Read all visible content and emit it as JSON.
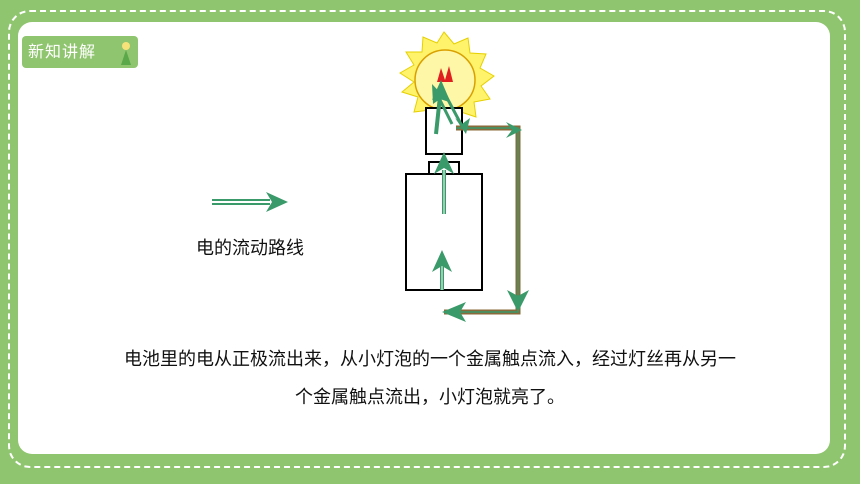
{
  "badge": {
    "label": "新知讲解"
  },
  "legend": {
    "label": "电的流动路线"
  },
  "caption": {
    "line1": "电池里的电从正极流出来，从小灯泡的一个金属触点流入，经过灯丝再从另一",
    "line2": "个金属触点流出，小灯泡就亮了。"
  },
  "colors": {
    "background": "#8fc56e",
    "arrow": "#3a9a6a",
    "wire": "#8a6a3a",
    "bulb_glow": "#fff36b"
  }
}
